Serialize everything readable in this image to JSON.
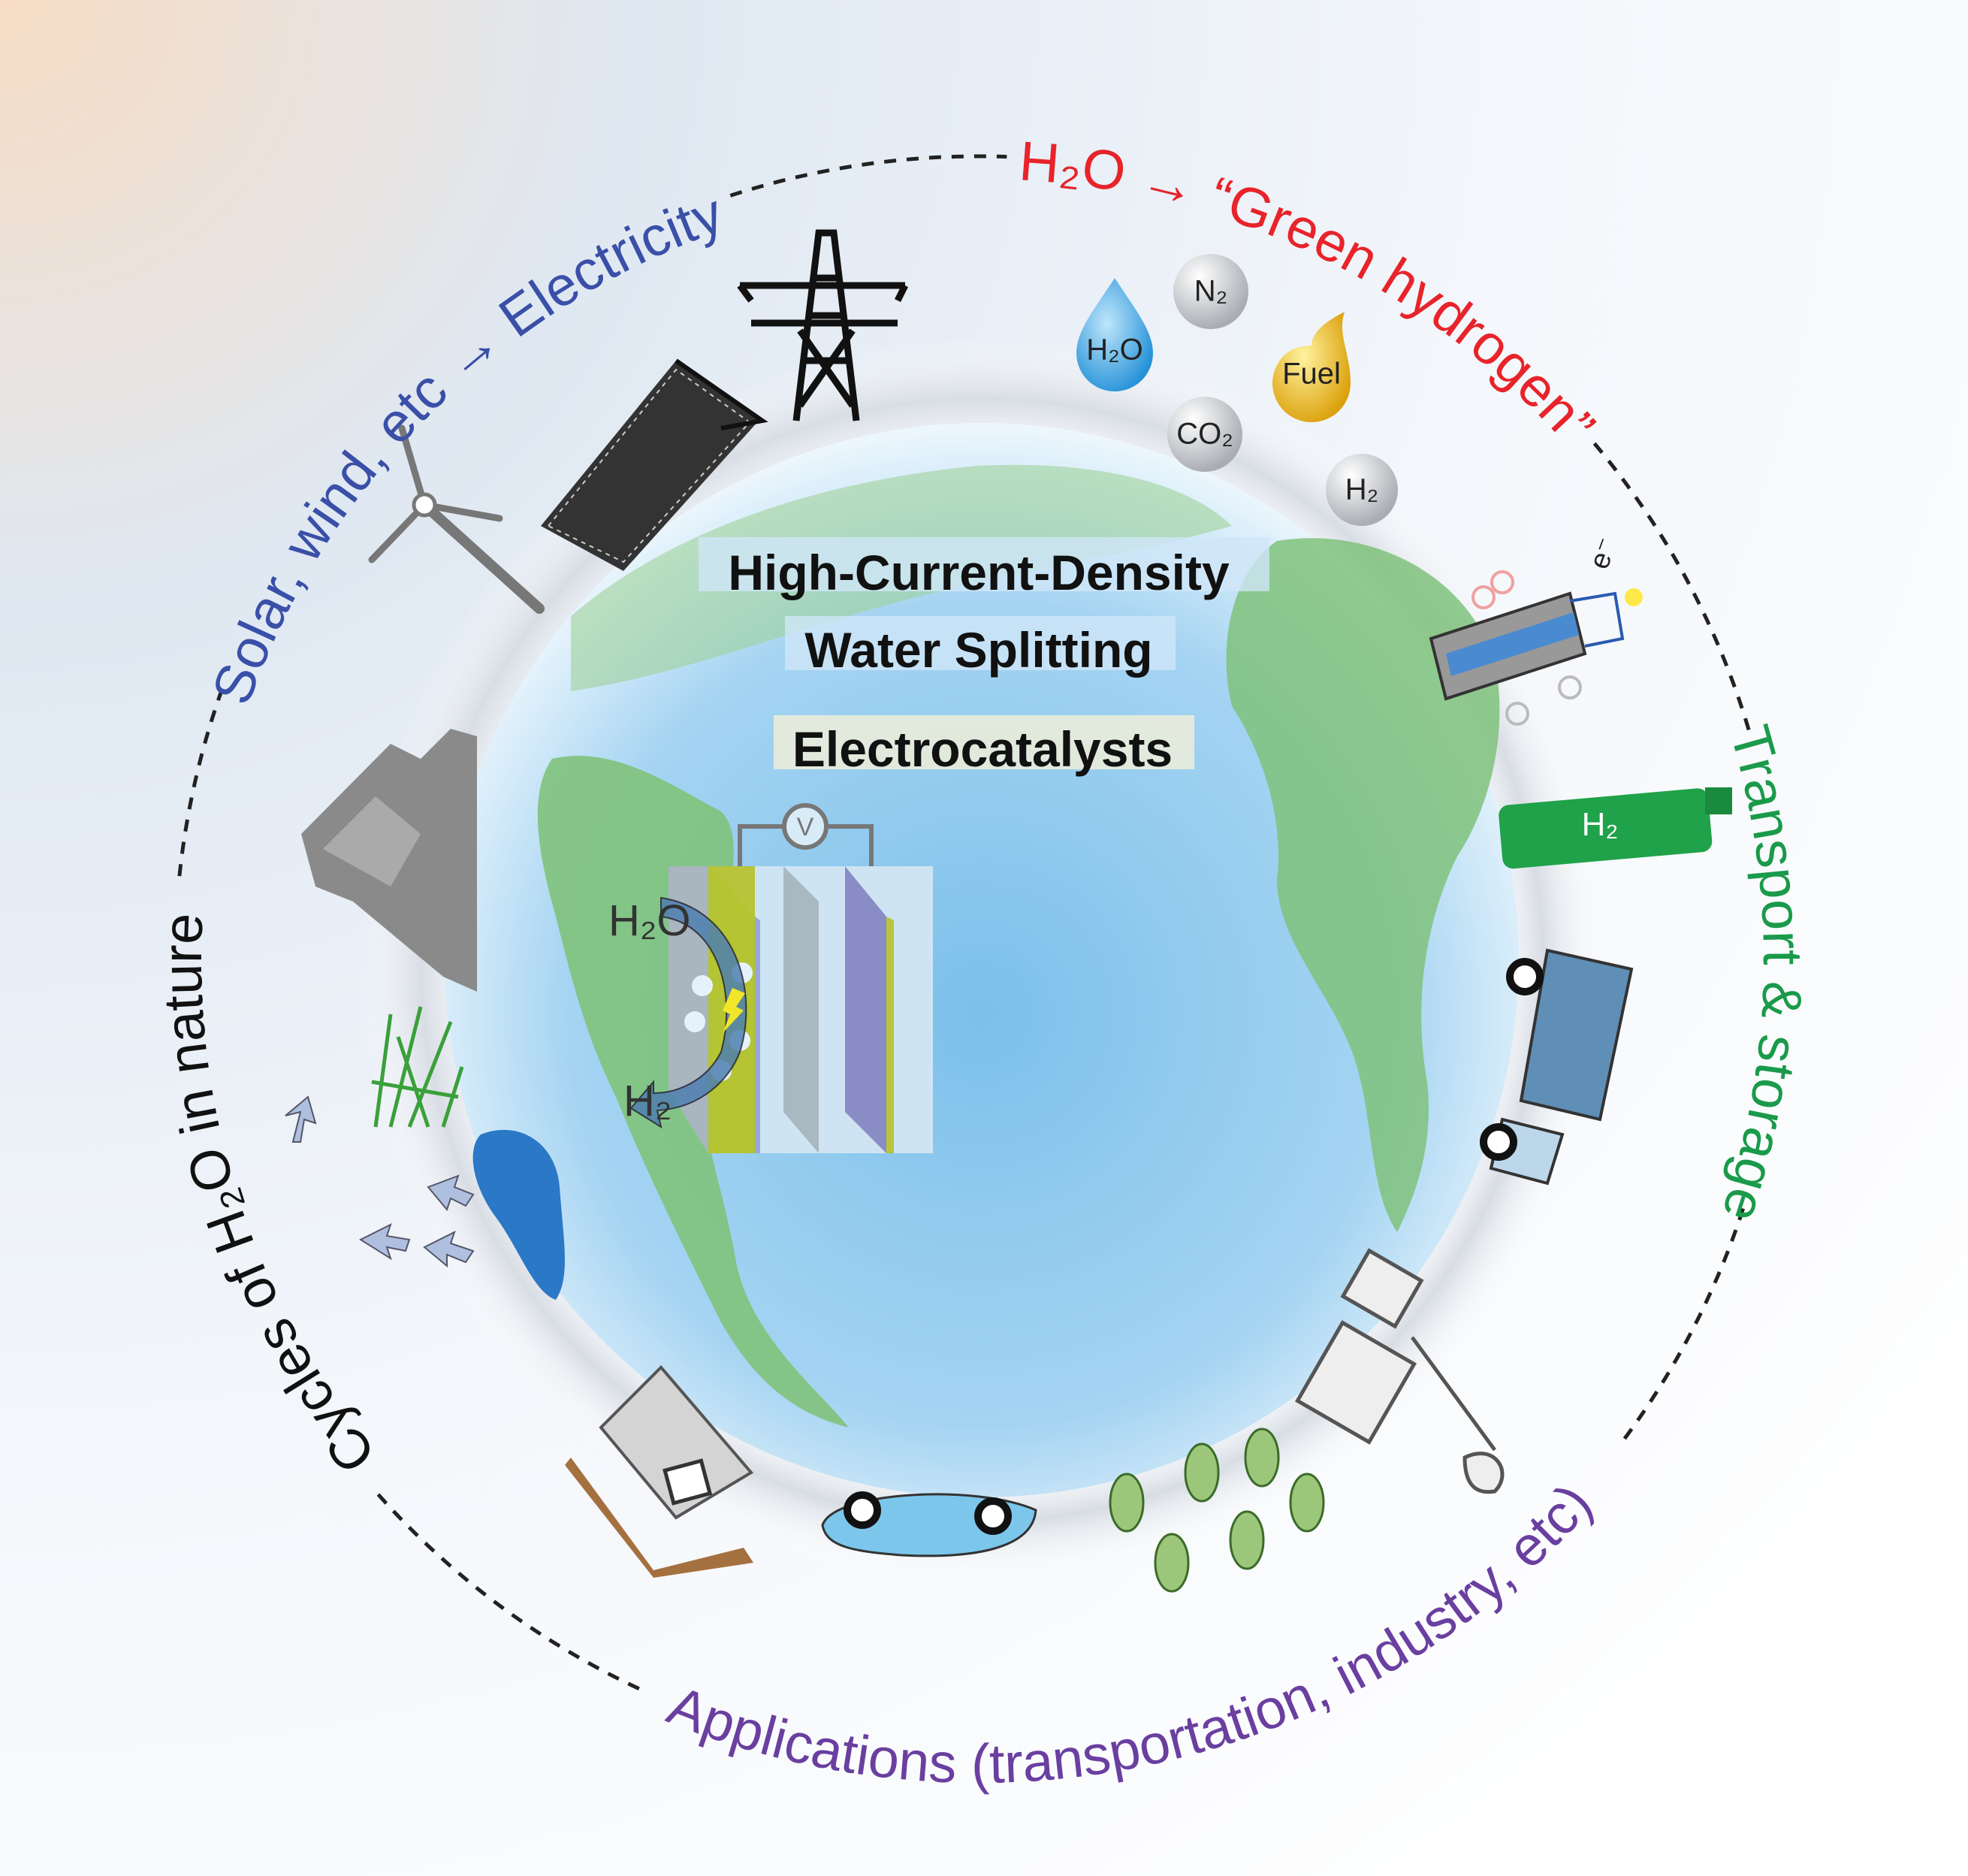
{
  "arc_labels": {
    "energy": "Solar, wind, etc → Electricity",
    "hydrogen": "H₂O → “Green hydrogen”",
    "transport": "Transport & storage",
    "applications": "Applications (transportation, industry, etc)",
    "cycles": "Cycles of H₂O in nature"
  },
  "center": {
    "line1": "High-Current-Density",
    "line2": "Water Splitting",
    "line3": "Electrocatalysts"
  },
  "molecules": {
    "h2o": "H₂O",
    "n2": "N₂",
    "fuel": "Fuel",
    "co2": "CO₂",
    "h2": "H₂"
  },
  "cylinder_label": "H₂",
  "fuel_cell_electron": "e⁻",
  "cell": {
    "input": "H₂O",
    "output": "H₂",
    "voltmeter": "V"
  },
  "colors": {
    "energy": "#3a4fa8",
    "hydrogen": "#e8232a",
    "transport": "#1a9a4a",
    "applications": "#6a3fa0",
    "cycles": "#111111"
  }
}
